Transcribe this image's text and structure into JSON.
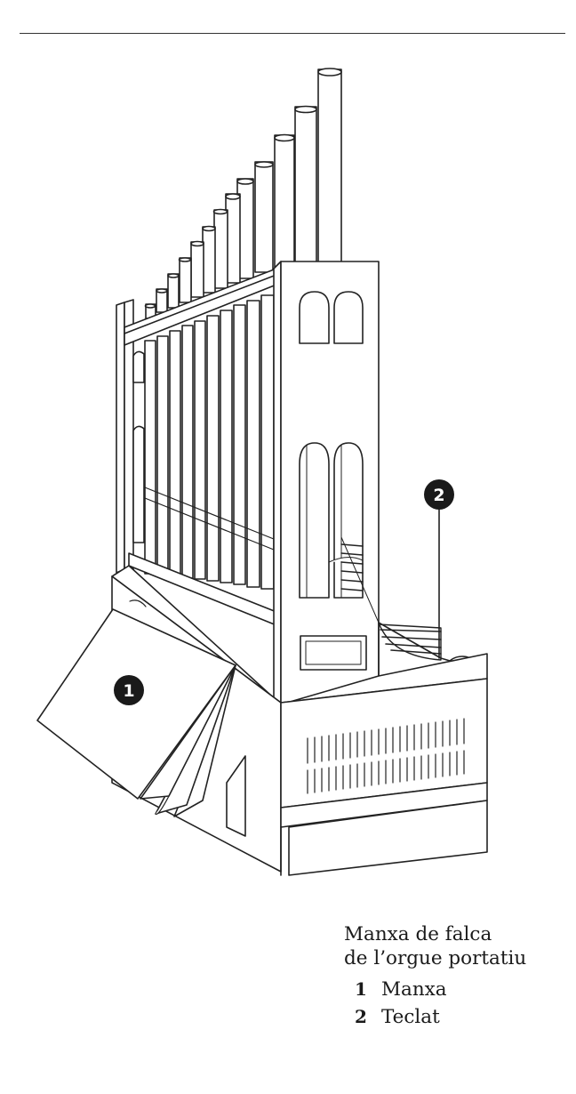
{
  "caption": {
    "title_line1": "Manxa de falca",
    "title_line2": "de l’orgue portatiu"
  },
  "legend": [
    {
      "number": "1",
      "label": "Manxa"
    },
    {
      "number": "2",
      "label": "Teclat"
    }
  ],
  "callouts": {
    "bellows": "1",
    "keyboard": "2"
  },
  "icons": {
    "organ": "portative-organ-illustration"
  },
  "colors": {
    "ink": "#1a1a1a",
    "background": "#ffffff"
  }
}
